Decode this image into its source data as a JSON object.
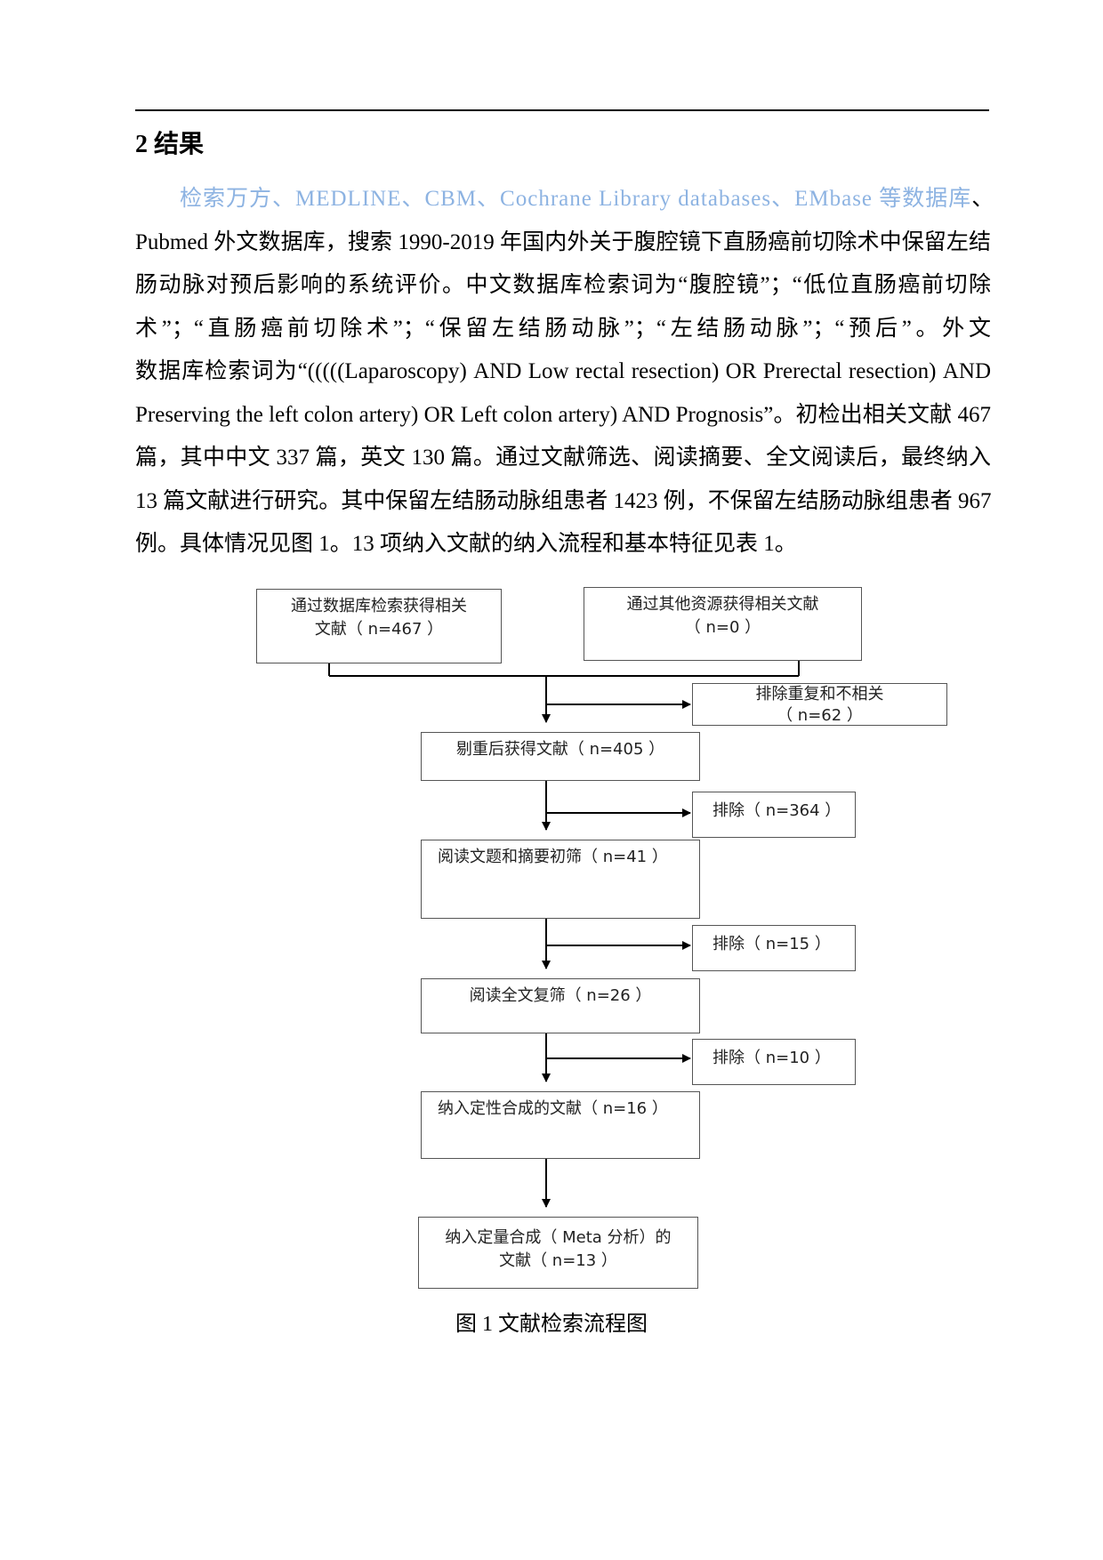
{
  "section": {
    "heading": "2 结果"
  },
  "paragraph": {
    "lines": [
      {
        "blue": "检索万方、MEDLINE、CBM、Cochrane Library databases、EMbase 等数据库",
        "rest": "、"
      },
      {
        "text": "Pubmed 外文数据库，搜索 1990-2019 年国内外关于腹腔镜下直肠癌前切除术中保留左结"
      },
      {
        "text": "肠动脉对预后影响的系统评价。中文数据库检索词为“腹腔镜”；“低位直肠癌前切除"
      },
      {
        "text": "术”；“直肠癌前切除术”；“保留左结肠动脉”；“左结肠动脉”；“预后”。外文"
      },
      {
        "text": "数据库检索词为“(((((Laparoscopy) AND Low rectal resection) OR Prerectal resection) AND"
      },
      {
        "text": "Preserving the left colon artery) OR Left colon artery) AND Prognosis”。初检出相关文献 467"
      },
      {
        "text": "篇，其中中文 337 篇，英文 130 篇。通过文献筛选、阅读摘要、全文阅读后，最终纳入"
      },
      {
        "text": "13 篇文献进行研究。其中保留左结肠动脉组患者 1423 例，不保留左结肠动脉组患者 967"
      },
      {
        "text": "例。具体情况见图 1。13 项纳入文献的纳入流程和基本特征见表 1。"
      }
    ]
  },
  "flowchart": {
    "source_database": {
      "line1": "通过数据库检索获得相关",
      "line2": "文献（ n=467 ）"
    },
    "source_other": {
      "line1": "通过其他资源获得相关文献",
      "line2": "（ n=0 ）"
    },
    "exclude_duplicates": {
      "line1": "排除重复和不相关",
      "line2": "（ n=62 ）"
    },
    "after_dedup": {
      "text": "剔重后获得文献（ n=405 ）"
    },
    "exclude_364": {
      "text": "排除（ n=364 ）"
    },
    "title_abstract_screen": {
      "text": "阅读文题和摘要初筛（ n=41 ）"
    },
    "exclude_15": {
      "text": "排除（ n=15 ）"
    },
    "fulltext_screen": {
      "text": "阅读全文复筛（ n=26 ）"
    },
    "exclude_10": {
      "text": "排除（ n=10 ）"
    },
    "qualitative": {
      "text": "纳入定性合成的文献（ n=16 ）"
    },
    "quantitative": {
      "line1": "纳入定量合成（ Meta 分析）的",
      "line2": "文献（ n=13 ）"
    }
  },
  "figure": {
    "caption": "图 1 文献检索流程图"
  },
  "colors": {
    "link_blue": "#8db3e2",
    "box_border": "#555555"
  }
}
